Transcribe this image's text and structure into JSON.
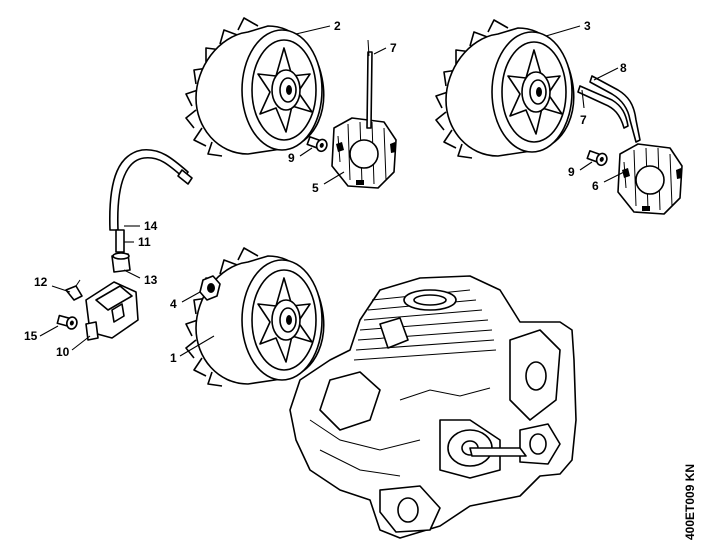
{
  "callouts": {
    "c1": "1",
    "c2": "2",
    "c3": "3",
    "c4": "4",
    "c5": "5",
    "c6": "6",
    "c7a": "7",
    "c7b": "7",
    "c8": "8",
    "c9a": "9",
    "c9b": "9",
    "c10": "10",
    "c11": "11",
    "c12": "12",
    "c13": "13",
    "c14": "14",
    "c15": "15"
  },
  "watermark": "400ET009 KN",
  "colors": {
    "line": "#000000",
    "background": "#ffffff",
    "watermark": "#bdbdbd"
  }
}
